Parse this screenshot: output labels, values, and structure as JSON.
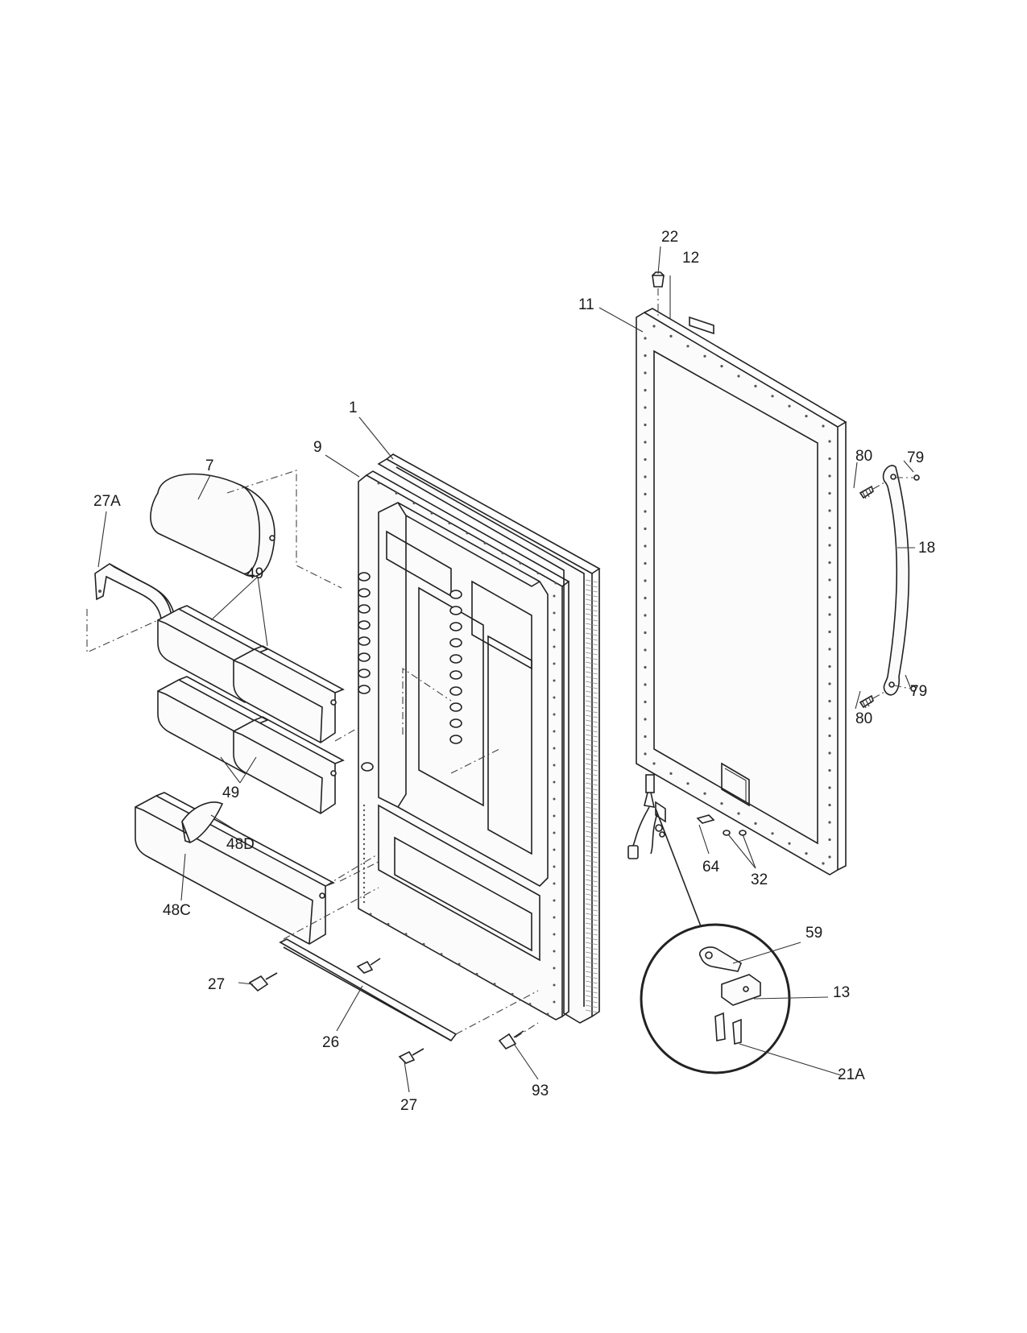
{
  "callouts": {
    "c1": "1",
    "c7": "7",
    "c9": "9",
    "c11": "11",
    "c12": "12",
    "c13": "13",
    "c18": "18",
    "c21A": "21A",
    "c22": "22",
    "c26": "26",
    "c27a": "27",
    "c27b": "27",
    "c27A": "27A",
    "c32": "32",
    "c48C": "48C",
    "c48D": "48D",
    "c49a": "49",
    "c49b": "49",
    "c59": "59",
    "c64": "64",
    "c79a": "79",
    "c79b": "79",
    "c80a": "80",
    "c80b": "80",
    "c93": "93"
  }
}
